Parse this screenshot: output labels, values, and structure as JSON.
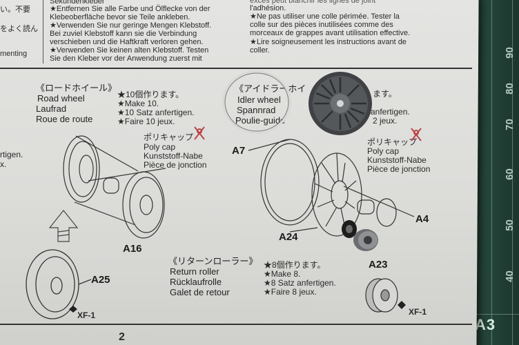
{
  "top_text": {
    "left_fragments": [
      "い。不要",
      "をよく読ん",
      "menting"
    ],
    "col2": [
      "Sekundenkleber",
      "★Entfernen Sie alle Farbe und Ölflecke von der",
      "Klebeoberfläche bevor sie Teile ankleben.",
      "★Verwenden Sie nur geringe Mengen Klebstoff.",
      "Bei zuviel Klebstoff kann sie die Verbindung",
      "verschieben und die Haftkraft verloren gehen.",
      "★Verwenden Sie keinen alten Klebstoff. Testen",
      "Sie den Kleber vor der Anwendung zuerst mit"
    ],
    "col3": [
      "excès peut blanchir les lignes de joint",
      "l'adhésion.",
      "★Ne pas utiliser une colle périmée. Tester la",
      "colle sur des pièces inutilisées comme des",
      "morceaux de grappes avant utilisation effective.",
      "★Lire soigneusement les instructions avant de",
      "coller."
    ]
  },
  "road_wheel": {
    "jp": "《ロードホイール》",
    "en": "Road wheel",
    "de": "Laufrad",
    "fr": "Roue de route",
    "make": [
      "★10個作ります。",
      "★Make 10.",
      "★10 Satz anfertigen.",
      "★Faire 10 jeux."
    ]
  },
  "idler_wheel": {
    "jp": "《アイドラーホイ",
    "en": "Idler wheel",
    "de": "Spannrad",
    "fr": "Poulie-guide",
    "make": [
      "ます。",
      "anfertigen.",
      "2 jeux."
    ]
  },
  "return_roller": {
    "jp": "《リターンローラー》",
    "en": "Return roller",
    "de": "Rücklaufrolle",
    "fr": "Galet de retour",
    "make": [
      "★8個作ります。",
      "★Make 8.",
      "★8 Satz anfertigen.",
      "★Faire 8 jeux."
    ]
  },
  "poly_cap_left": [
    "ポリキャップ",
    "Poly cap",
    "Kunststoff-Nabe",
    "Pièce de jonction"
  ],
  "poly_cap_right": [
    "ポリキャップ",
    "Poly cap",
    "Kunststoff-Nabe",
    "Pièce de jonction"
  ],
  "left_edge_fragments": [
    "rtigen.",
    "x."
  ],
  "parts": {
    "a16": "A16",
    "a25": "A25",
    "a7": "A7",
    "a24": "A24",
    "a4": "A4",
    "a23": "A23",
    "xf1_left": "XF-1",
    "xf1_right": "XF-1"
  },
  "page_number": "2",
  "mat": {
    "numbers": [
      "90",
      "80",
      "70",
      "60",
      "50",
      "40"
    ],
    "corner_label": "A3"
  },
  "colors": {
    "paper": "#dcdcd9",
    "mat": "#24453a",
    "ink": "#2a2a2a"
  }
}
